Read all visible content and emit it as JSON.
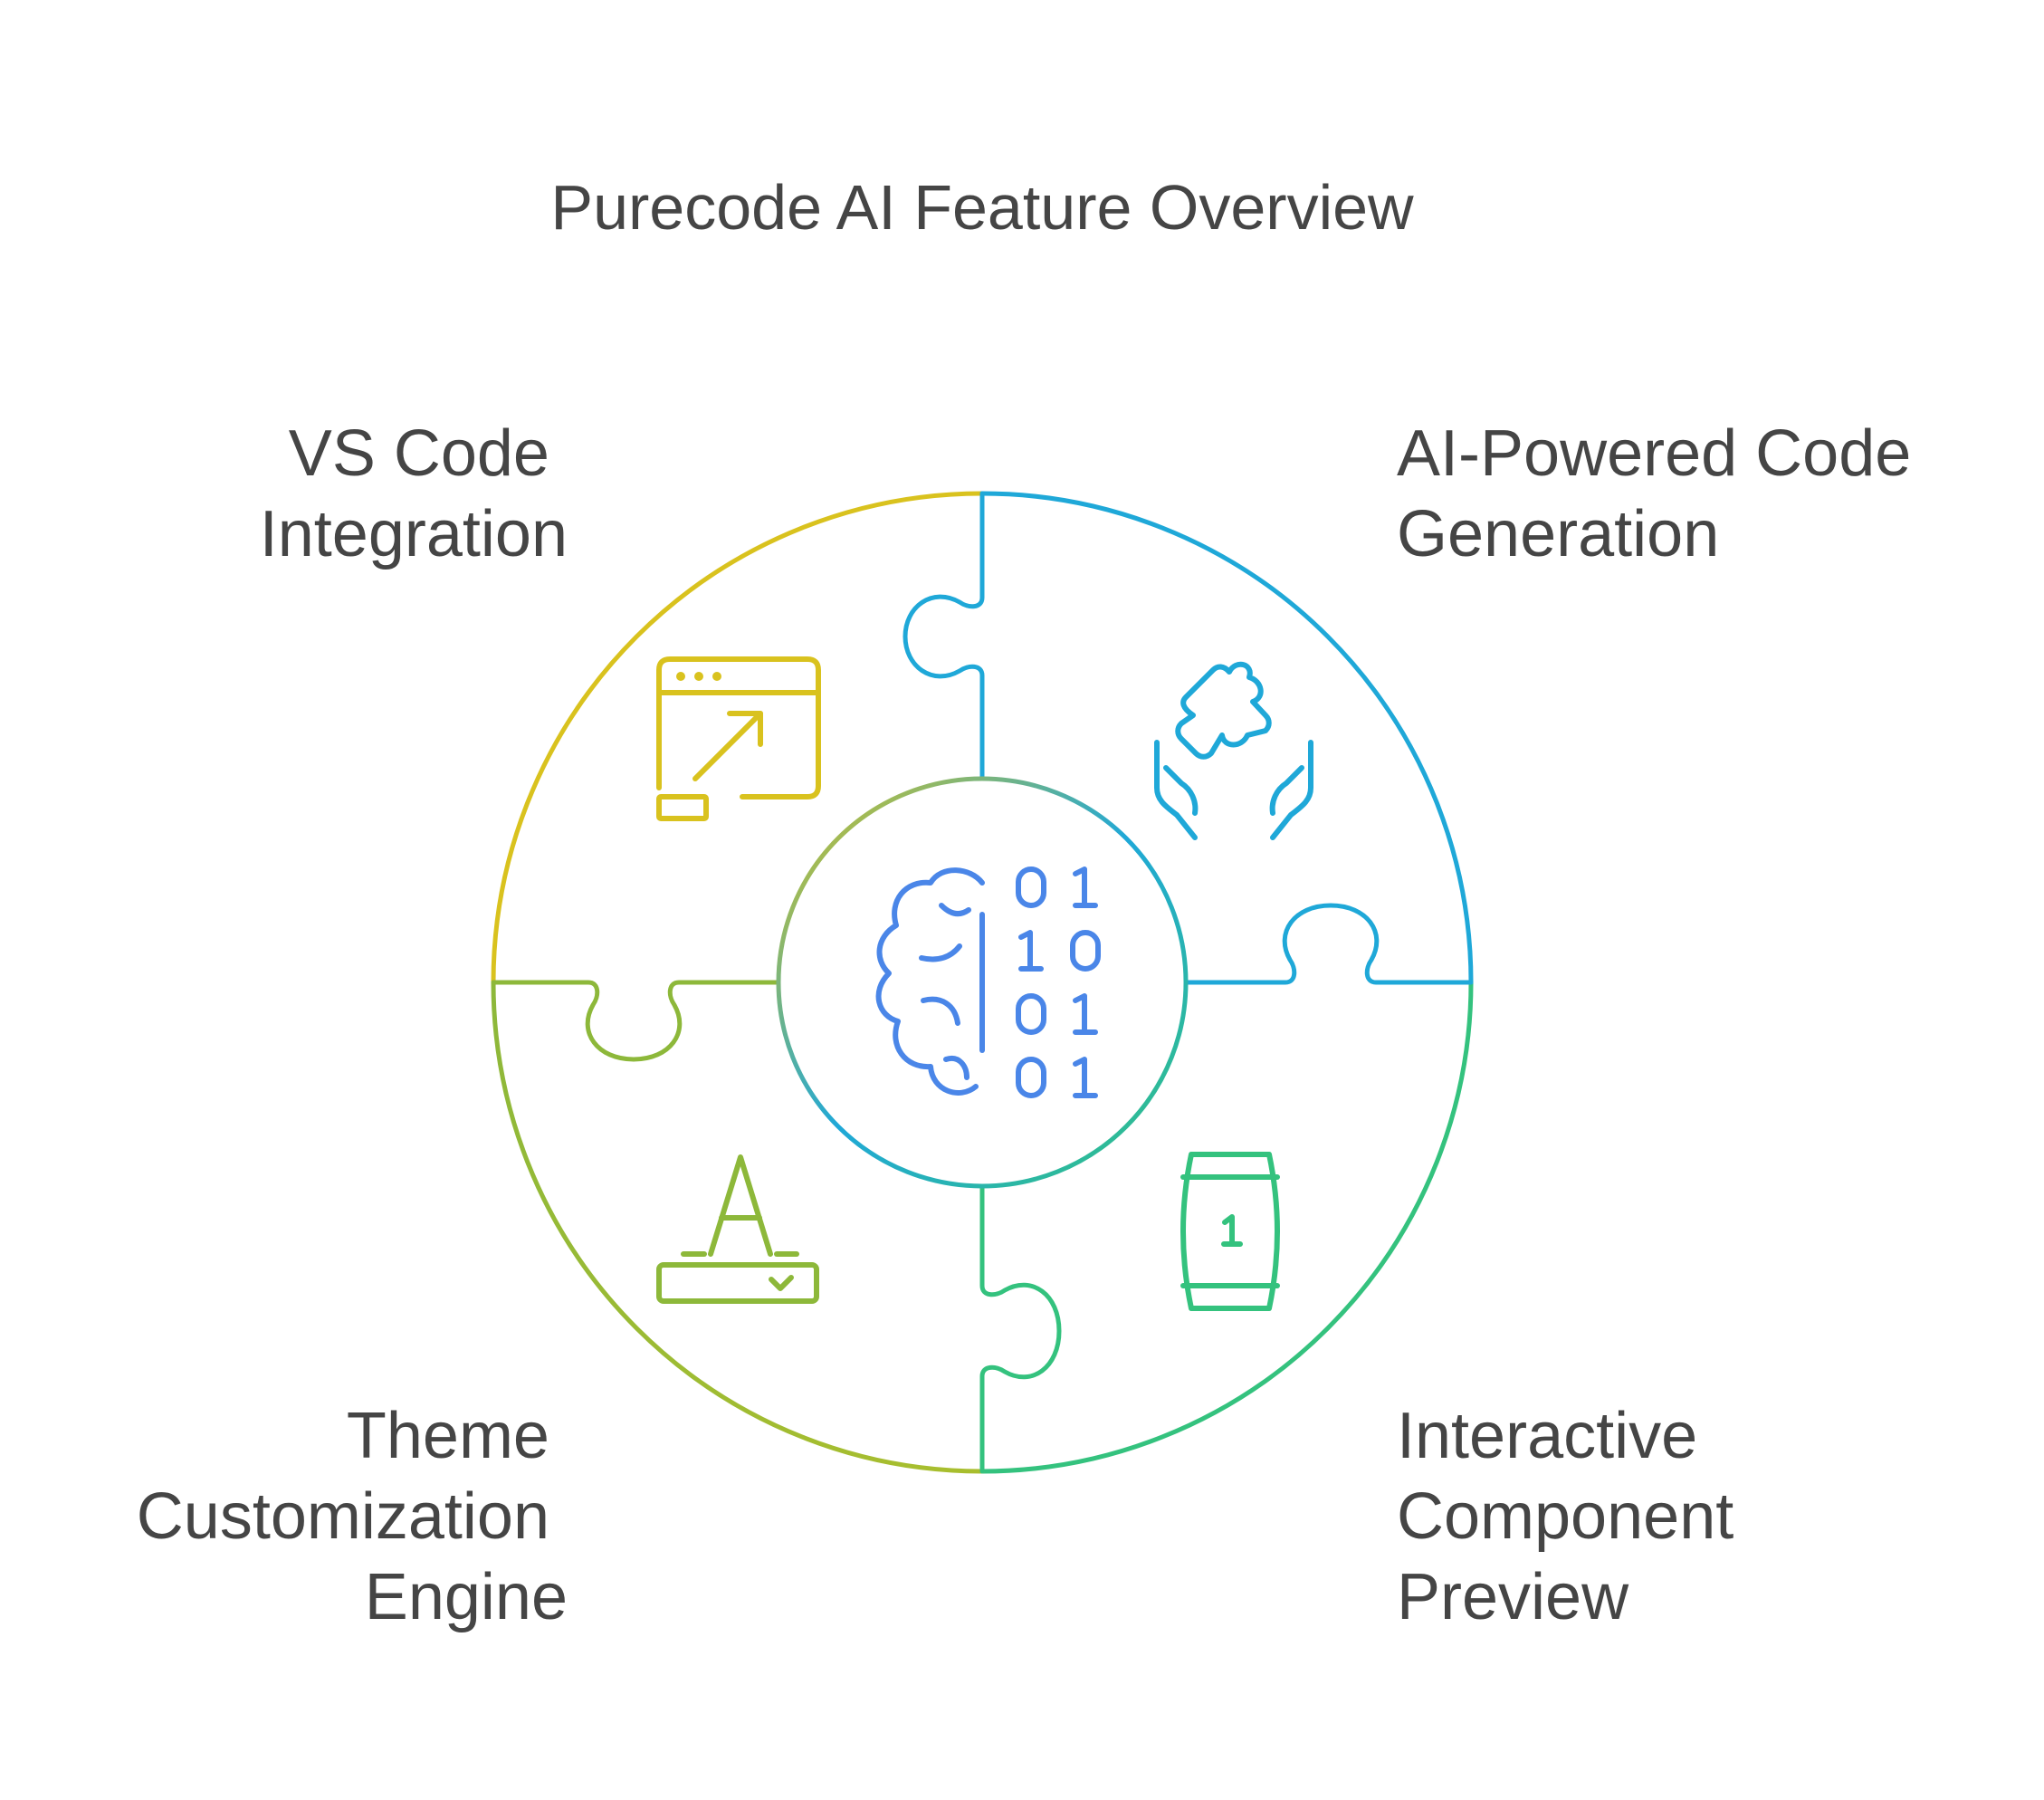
{
  "title": "Purecode AI Feature Overview",
  "center": {
    "icon": "brain-binary-icon",
    "binary_digits": [
      [
        "0",
        "1"
      ],
      [
        "1",
        "0"
      ],
      [
        "0",
        "1"
      ],
      [
        "0",
        "1"
      ]
    ]
  },
  "features": [
    {
      "id": "vs-code-integration",
      "lines": [
        "VS Code",
        "Integration"
      ],
      "icon": "browser-window-arrow-icon",
      "color": "#D9C21E"
    },
    {
      "id": "ai-powered-code-generation",
      "lines": [
        "AI-Powered Code",
        "Generation"
      ],
      "icon": "hands-puzzle-icon",
      "color": "#1FA8D8"
    },
    {
      "id": "interactive-component-preview",
      "lines": [
        "Interactive",
        "Component",
        "Preview"
      ],
      "icon": "barrel-number-icon",
      "icon_text": "1",
      "color": "#34C27E"
    },
    {
      "id": "theme-customization-engine",
      "lines": [
        "Theme",
        "Customization",
        "Engine"
      ],
      "icon": "font-dropdown-icon",
      "color": "#8DB83A"
    }
  ],
  "colors": {
    "text": "#454545",
    "center_icon": "#4A86E8"
  }
}
